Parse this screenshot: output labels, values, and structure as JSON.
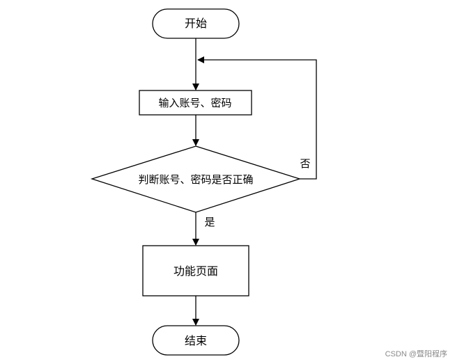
{
  "flowchart": {
    "start_label": "开始",
    "input_label": "输入账号、密码",
    "decision_label": "判断账号、密码是否正确",
    "branch_no_label": "否",
    "branch_yes_label": "是",
    "function_label": "功能页面",
    "end_label": "结束"
  },
  "watermark": "CSDN @暨阳程序",
  "colors": {
    "stroke": "#000000",
    "background": "#ffffff",
    "watermark": "#8a8a8a"
  }
}
